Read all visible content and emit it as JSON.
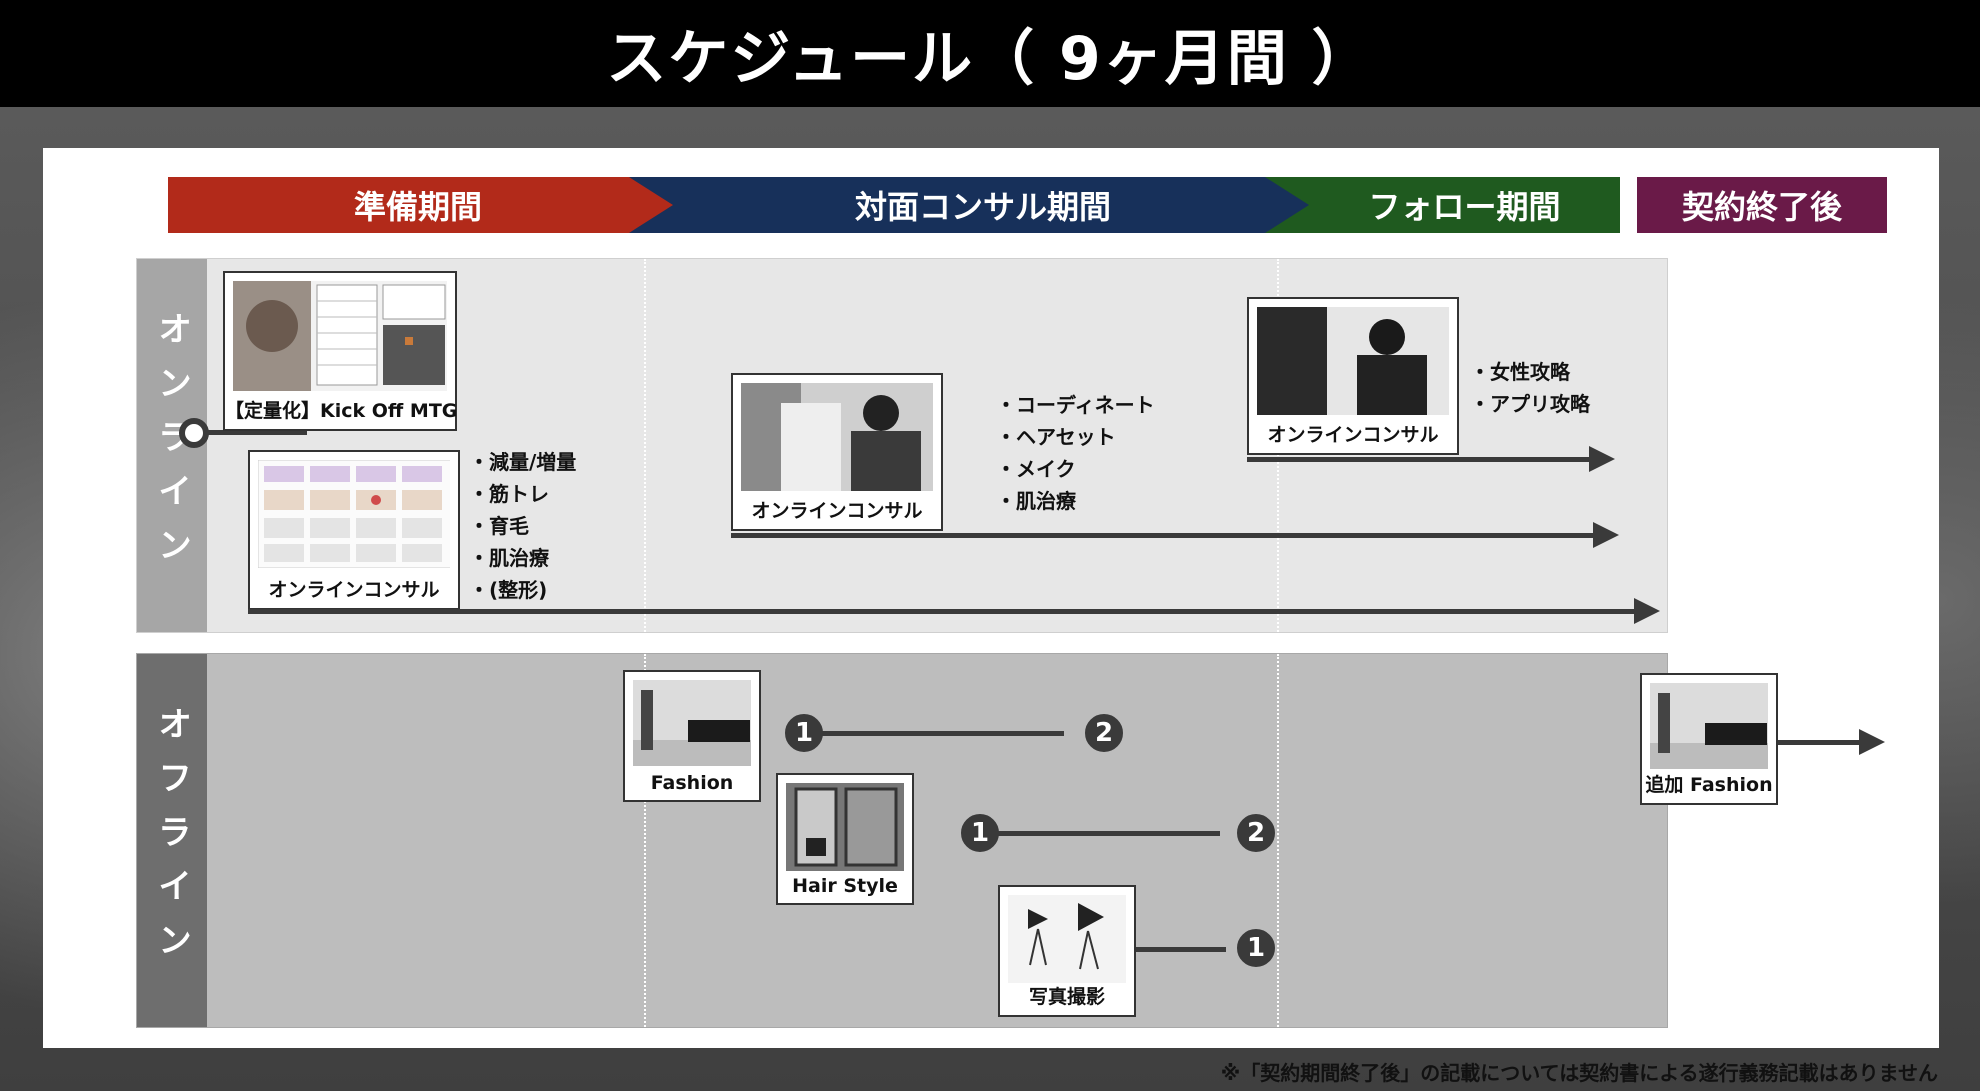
{
  "title": "スケジュール（ 9ヶ月間 ）",
  "phases": [
    {
      "label": "準備期間",
      "color": "#b22a1a"
    },
    {
      "label": "対面コンサル期間",
      "color": "#17305a"
    },
    {
      "label": "フォロー期間",
      "color": "#1f5a1f"
    },
    {
      "label": "契約終了後",
      "color": "#6a1a48"
    }
  ],
  "lanes": {
    "online": {
      "label": "オンライン"
    },
    "offline": {
      "label": "オフライン"
    }
  },
  "online_items": {
    "kickoff_caption": "【定量化】Kick Off MTG",
    "consult1_caption": "オンラインコンサル",
    "consult1_bullets": [
      "減量/増量",
      "筋トレ",
      "育毛",
      "肌治療",
      "(整形)"
    ],
    "consult2_caption": "オンラインコンサル",
    "consult2_bullets": [
      "コーディネート",
      "ヘアセット",
      "メイク",
      "肌治療"
    ],
    "consult3_caption": "オンラインコンサル",
    "consult3_bullets": [
      "女性攻略",
      "アプリ攻略"
    ]
  },
  "offline_items": {
    "fashion_caption": "Fashion",
    "hair_caption": "Hair Style",
    "photo_caption": "写真撮影",
    "extra_fashion_caption": "追加 Fashion",
    "steps": {
      "one": "1",
      "two": "2"
    }
  },
  "footnote": "※「契約期間終了後」の記載については契約書による遂行義務記載はありません"
}
